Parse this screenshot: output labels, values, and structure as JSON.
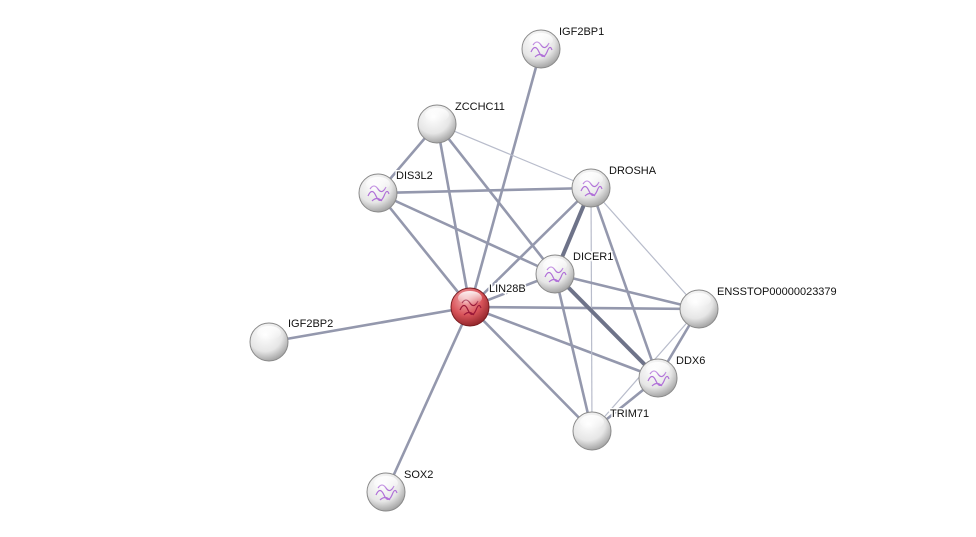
{
  "network": {
    "query_node": "LIN28B",
    "nodes": [
      {
        "id": "IGF2BP1",
        "label": "IGF2BP1",
        "structure": true,
        "color": "#e8e8e8"
      },
      {
        "id": "ZCCHC11",
        "label": "ZCCHC11",
        "structure": false,
        "color": "#e8e8e8"
      },
      {
        "id": "DIS3L2",
        "label": "DIS3L2",
        "structure": true,
        "color": "#e8e8e8"
      },
      {
        "id": "DROSHA",
        "label": "DROSHA",
        "structure": true,
        "color": "#e8e8e8"
      },
      {
        "id": "DICER1",
        "label": "DICER1",
        "structure": true,
        "color": "#e8e8e8"
      },
      {
        "id": "LIN28B",
        "label": "LIN28B",
        "structure": true,
        "color": "#d9545a"
      },
      {
        "id": "IGF2BP2",
        "label": "IGF2BP2",
        "structure": false,
        "color": "#e8e8e8"
      },
      {
        "id": "ENSSTOP",
        "label": "ENSSTOP00000023379",
        "structure": false,
        "color": "#e8e8e8"
      },
      {
        "id": "DDX6",
        "label": "DDX6",
        "structure": true,
        "color": "#e8e8e8"
      },
      {
        "id": "TRIM71",
        "label": "TRIM71",
        "structure": false,
        "color": "#e8e8e8"
      },
      {
        "id": "SOX2",
        "label": "SOX2",
        "structure": true,
        "color": "#e8e8e8"
      }
    ],
    "edges": [
      [
        "LIN28B",
        "IGF2BP1",
        "medium"
      ],
      [
        "LIN28B",
        "ZCCHC11",
        "medium"
      ],
      [
        "LIN28B",
        "DIS3L2",
        "medium"
      ],
      [
        "LIN28B",
        "DROSHA",
        "medium"
      ],
      [
        "LIN28B",
        "DICER1",
        "medium"
      ],
      [
        "LIN28B",
        "ENSSTOP",
        "medium"
      ],
      [
        "LIN28B",
        "DDX6",
        "medium"
      ],
      [
        "LIN28B",
        "TRIM71",
        "medium"
      ],
      [
        "LIN28B",
        "IGF2BP2",
        "medium"
      ],
      [
        "LIN28B",
        "SOX2",
        "medium"
      ],
      [
        "ZCCHC11",
        "DIS3L2",
        "medium"
      ],
      [
        "ZCCHC11",
        "DROSHA",
        "low"
      ],
      [
        "ZCCHC11",
        "DICER1",
        "medium"
      ],
      [
        "DIS3L2",
        "DROSHA",
        "medium"
      ],
      [
        "DIS3L2",
        "DICER1",
        "medium"
      ],
      [
        "DROSHA",
        "DICER1",
        "high"
      ],
      [
        "DROSHA",
        "TRIM71",
        "low"
      ],
      [
        "DROSHA",
        "DDX6",
        "medium"
      ],
      [
        "DROSHA",
        "ENSSTOP",
        "low"
      ],
      [
        "DICER1",
        "ENSSTOP",
        "medium"
      ],
      [
        "DICER1",
        "DDX6",
        "high"
      ],
      [
        "DICER1",
        "TRIM71",
        "medium"
      ],
      [
        "ENSSTOP",
        "DDX6",
        "medium"
      ],
      [
        "ENSSTOP",
        "TRIM71",
        "low"
      ],
      [
        "DDX6",
        "TRIM71",
        "medium"
      ]
    ]
  }
}
